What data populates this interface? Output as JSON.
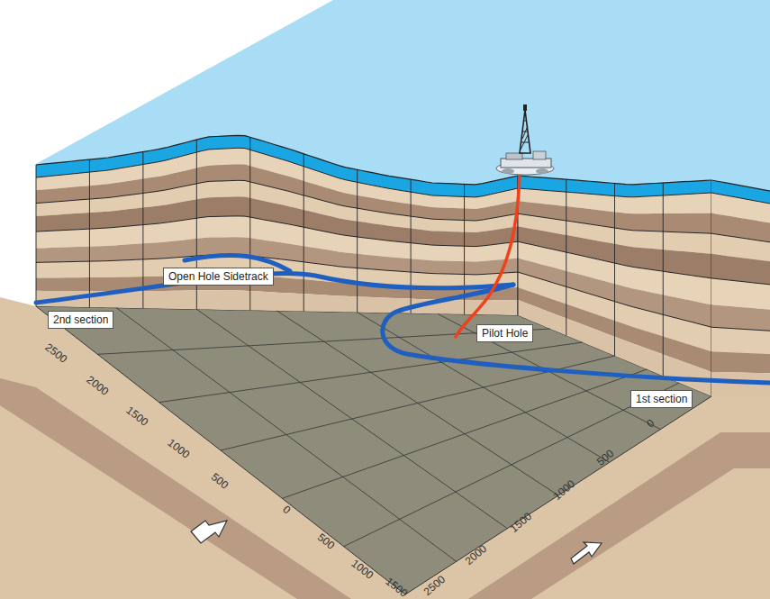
{
  "diagram": {
    "nodes": [
      {
        "text": [
          "2nd section"
        ]
      },
      {
        "text": [
          "Open Hole Sidetrack"
        ]
      },
      {
        "text": [
          "Pilot Hole"
        ]
      },
      {
        "text": [
          "1st section"
        ]
      }
    ],
    "labels": [
      "2500",
      "2000",
      "1500",
      "1000",
      "500",
      "0",
      "500",
      "1000",
      "1500",
      "0",
      "500",
      "1000",
      "1500",
      "2000",
      "2500"
    ]
  }
}
